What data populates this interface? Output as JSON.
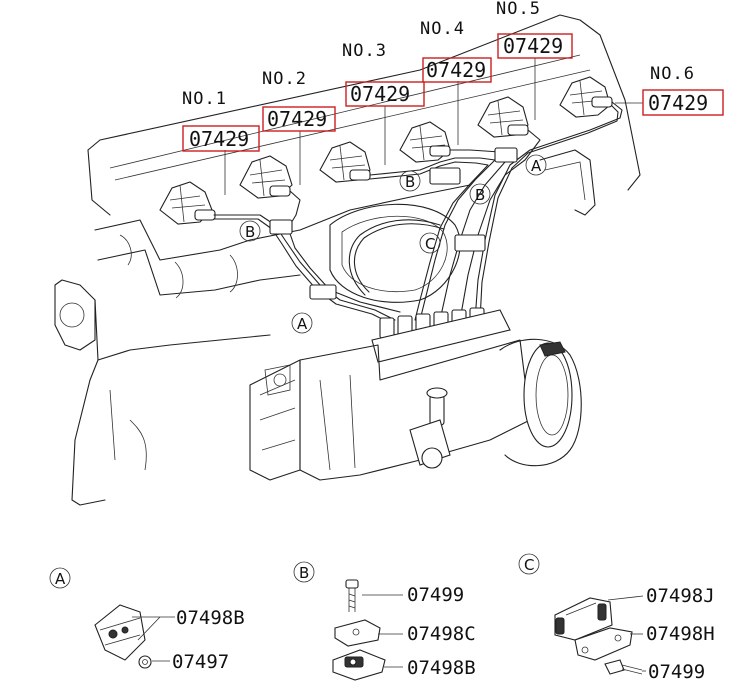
{
  "colors": {
    "highlight_box": "#cc2020",
    "line": "#222222",
    "background": "#ffffff"
  },
  "cylinders": [
    {
      "label": "NO.1"
    },
    {
      "label": "NO.2"
    },
    {
      "label": "NO.3"
    },
    {
      "label": "NO.4"
    },
    {
      "label": "NO.5"
    },
    {
      "label": "NO.6"
    }
  ],
  "highlighted_part": "07429",
  "clamp_markers": {
    "a": "A",
    "b": "B",
    "c": "C"
  },
  "details": {
    "a": {
      "marker": "A",
      "parts": [
        "07498B",
        "07497"
      ]
    },
    "b": {
      "marker": "B",
      "parts": [
        "07499",
        "07498C",
        "07498B"
      ]
    },
    "c": {
      "marker": "C",
      "parts": [
        "07498J",
        "07498H",
        "07499"
      ]
    }
  }
}
